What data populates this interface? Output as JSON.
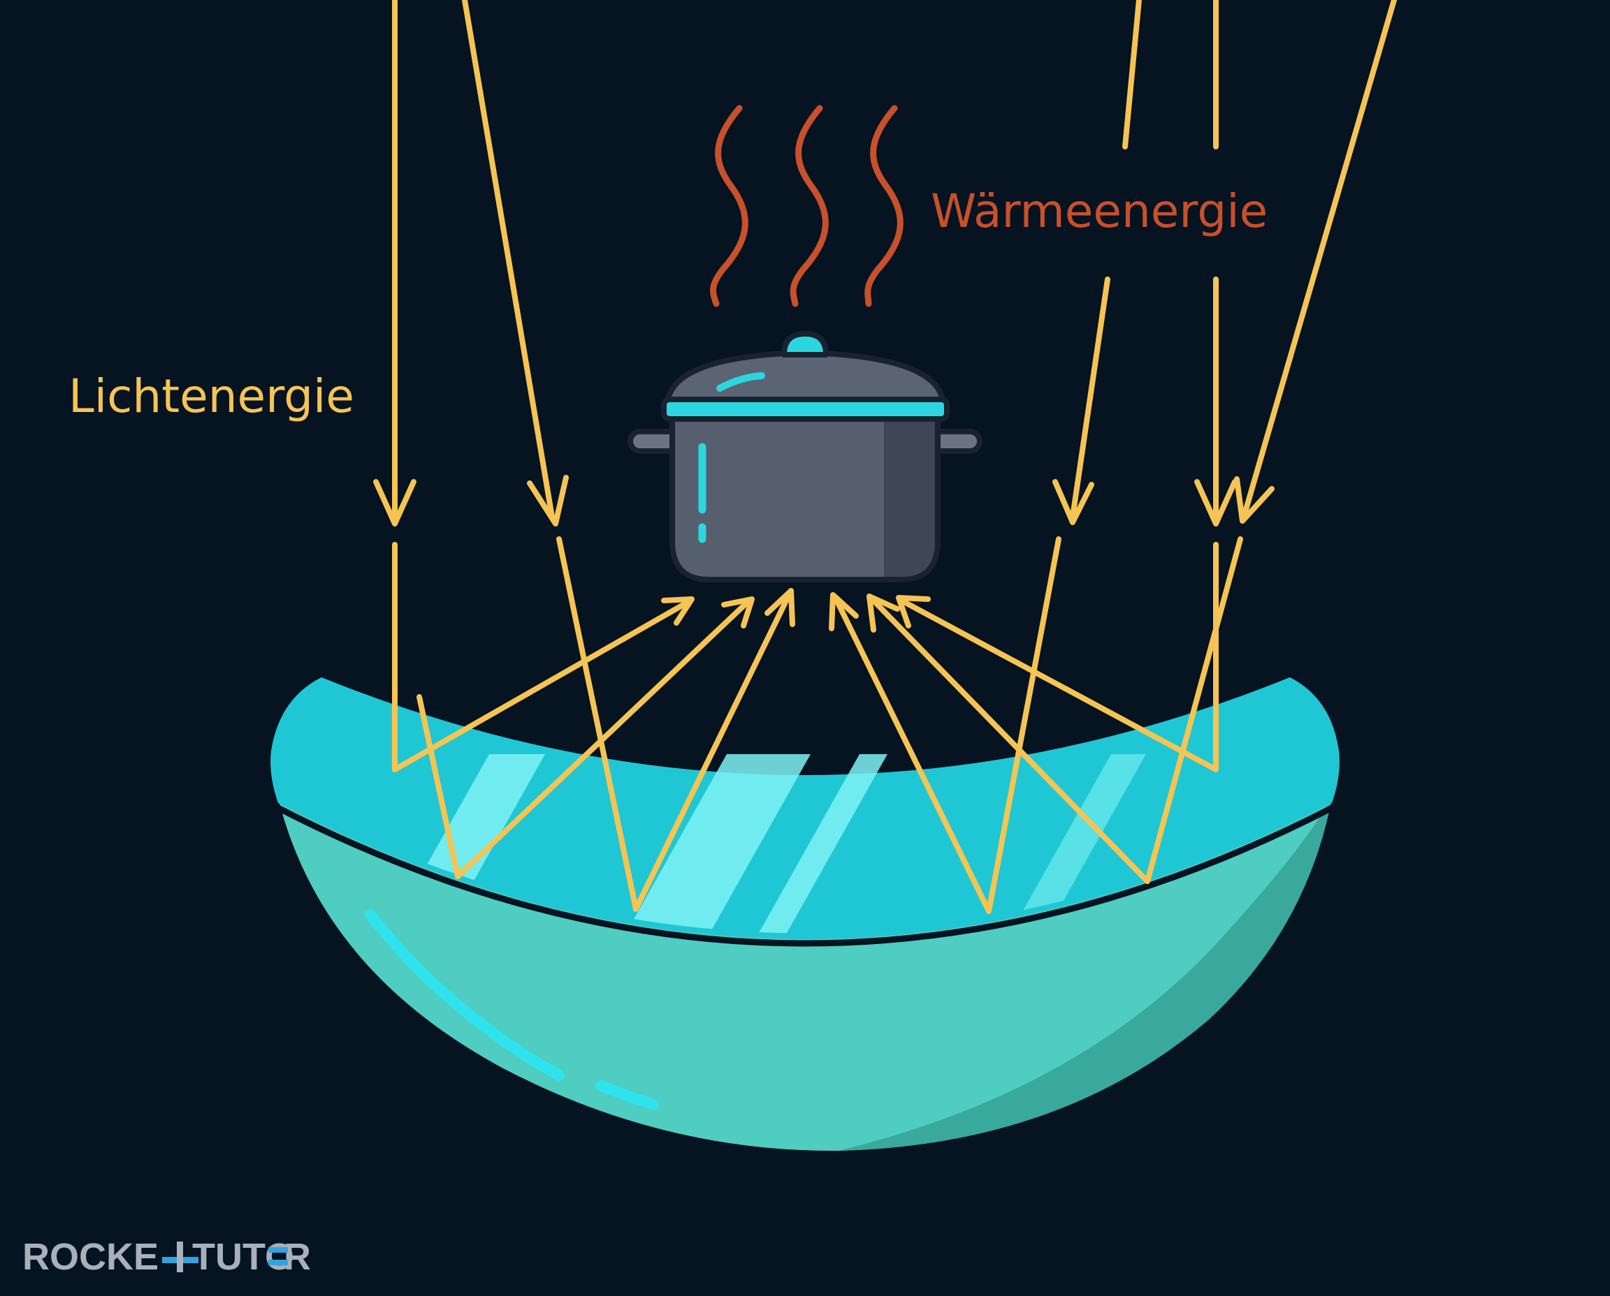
{
  "labels": {
    "light_energy": "Lichtenergie",
    "heat_energy": "Wärmeenergie"
  },
  "logo": {
    "text_part1": "ROCKE",
    "text_part2": "TUTO",
    "text_part3": "R"
  },
  "colors": {
    "background": "#061321",
    "light_rays": "#F6C453",
    "heat_waves": "#C8502A",
    "mirror_teal": "#1FC7D4",
    "mirror_outer": "#4ECDC0",
    "pot_body": "#555F6E",
    "pot_accent": "#2CD6E0",
    "logo_gray": "#A8B0BC",
    "logo_blue": "#2FA4E0"
  },
  "icons": {
    "pot": "cooking-pot-icon",
    "mirror": "parabolic-mirror-icon",
    "heat": "heat-wave-icon",
    "ray": "light-ray-arrow"
  }
}
